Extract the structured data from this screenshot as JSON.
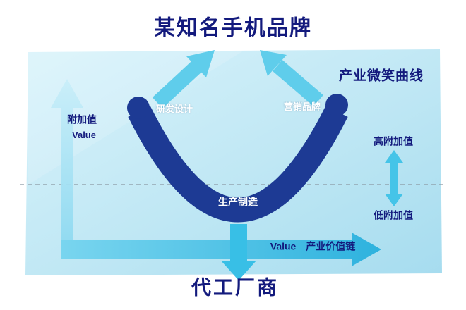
{
  "diagram": {
    "title_top": "某知名手机品牌",
    "title_bottom": "代工厂商",
    "curve_title": "产业微笑曲线",
    "nodes": {
      "left": "研发设计",
      "right": "营销品牌",
      "bottom": "生产制造"
    },
    "y_axis": {
      "label_cn": "附加值",
      "label_en": "Value"
    },
    "x_axis": {
      "label_en": "Value",
      "label_cn": "产业价值链"
    },
    "value_scale": {
      "high": "高附加值",
      "low": "低附加值"
    },
    "colors": {
      "text_navy": "#131a7d",
      "curve_blue": "#1d3a94",
      "arrow_cyan": "#38bfe6",
      "arrow_cyan_light": "#5fcdeb",
      "panel_light_blue": "#c3e8f5"
    }
  }
}
